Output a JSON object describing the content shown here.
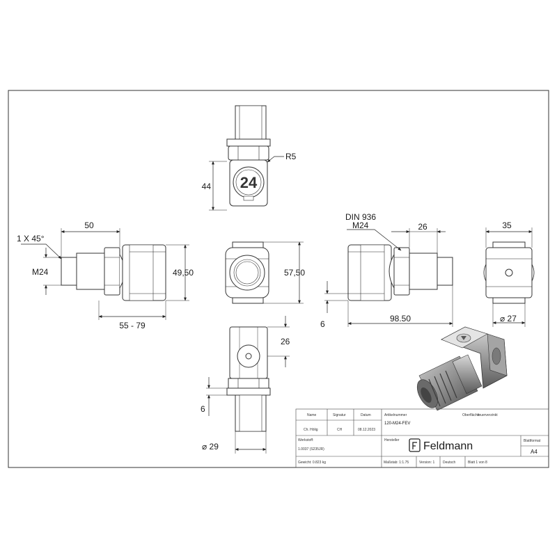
{
  "dimensions": {
    "top_r": "R5",
    "top_height": "44",
    "top_badge": "24",
    "left_chamfer": "1 X 45°",
    "left_length": "50",
    "left_thread": "M24",
    "left_height": "49,50",
    "left_range": "55 - 79",
    "center_height": "57,50",
    "right_din": "DIN 936",
    "right_thread": "M24",
    "right_width": "26",
    "right_offset": "6",
    "right_length": "98.50",
    "far_width": "35",
    "far_diameter": "⌀ 27",
    "bottom_height": "26",
    "bottom_offset": "6",
    "bottom_diameter": "⌀ 29"
  },
  "title_block": {
    "h_name": "Name",
    "h_signatur": "Signatur",
    "h_datum": "Datum",
    "name": "Ch. Hölig",
    "signatur": "CH",
    "datum": "08.12.2023",
    "art_label": "Artikelnummer",
    "article_no": "120-M24-FEV",
    "surface_label": "Oberfläche:",
    "surface": "feuerverzinkt",
    "werkstoff_label": "Werkstoff:",
    "werkstoff": "1.0037 (S235JR)",
    "hersteller_label": "Hersteller",
    "brand": "Feldmann",
    "blattformat_label": "Blattformat",
    "blattformat": "A4",
    "gewicht": "Gewicht: 0.823 kg",
    "massstab": "Maßstab: 1:1.75",
    "version": "Version: 1",
    "sprache": "Deutsch",
    "blatt": "Blatt 1 von 8"
  }
}
